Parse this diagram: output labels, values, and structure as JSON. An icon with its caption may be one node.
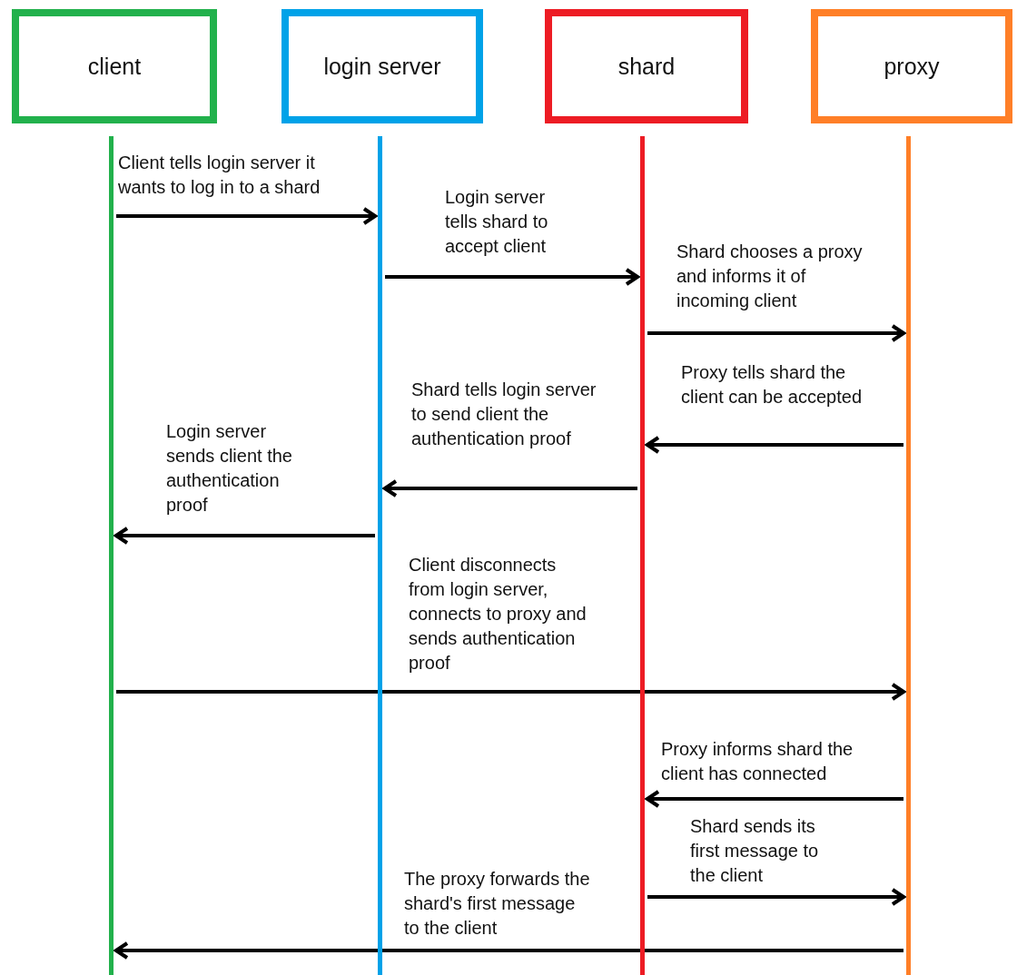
{
  "diagram": {
    "nodes": [
      {
        "text": [
          "client"
        ]
      },
      {
        "text": [
          "login server"
        ]
      },
      {
        "text": [
          "shard"
        ]
      },
      {
        "text": [
          "proxy"
        ]
      },
      {
        "text": [],
        "shape": "bar"
      },
      {
        "text": [],
        "shape": "bar"
      },
      {
        "text": [],
        "shape": "bar"
      },
      {
        "text": [],
        "shape": "bar"
      }
    ],
    "edges": [
      {
        "from": 4,
        "to": 5,
        "arrow": "to",
        "label": "Client tells login server it wants to log in to a shard"
      },
      {
        "from": 5,
        "to": 6,
        "arrow": "to",
        "label": "Login server tells shard to accept client"
      },
      {
        "from": 6,
        "to": 7,
        "arrow": "to",
        "label": "Shard chooses a proxy and informs it of incoming client"
      },
      {
        "from": 7,
        "to": 6,
        "arrow": "to",
        "label": "Proxy tells shard the client can be accepted"
      },
      {
        "from": 6,
        "to": 5,
        "arrow": "to",
        "label": "Shard tells login server to send client the authentication proof"
      },
      {
        "from": 5,
        "to": 4,
        "arrow": "to",
        "label": "Login server sends client the authentication proof"
      },
      {
        "from": 4,
        "to": 7,
        "arrow": "to",
        "label": "Client disconnects from login server, connects to proxy and sends authentication proof"
      },
      {
        "from": 7,
        "to": 6,
        "arrow": "to",
        "label": "Proxy informs shard the client has connected"
      },
      {
        "from": 6,
        "to": 7,
        "arrow": "to",
        "label": "Shard sends its first message to the client"
      },
      {
        "from": 7,
        "to": 4,
        "arrow": "to",
        "label": "The proxy forwards the shard's first message to the client"
      }
    ]
  }
}
